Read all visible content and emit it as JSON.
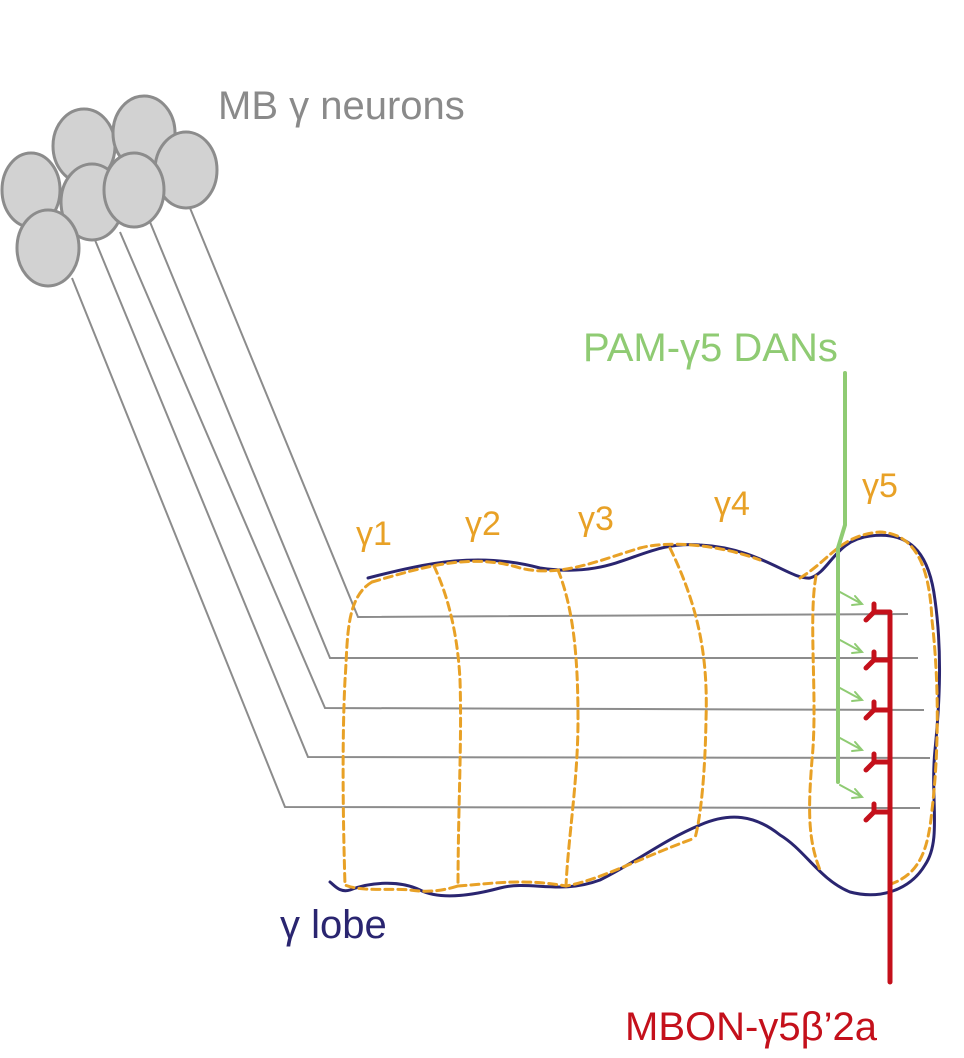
{
  "labels": {
    "neurons": "MB γ neurons",
    "dans": "PAM-γ5 DANs",
    "lobe": "γ lobe",
    "mbon": "MBON-γ5β’2a",
    "compartments": [
      "γ1",
      "γ2",
      "γ3",
      "γ4",
      "γ5"
    ]
  },
  "colors": {
    "neurons": "#8a8a8a",
    "cell_fill": "#d2d2d2",
    "cell_stroke": "#8c8c8c",
    "axons": "#8c8c8c",
    "dans": "#8fcb73",
    "compartments": "#e8a126",
    "lobe": "#2a2570",
    "mbon": "#c4101b"
  }
}
